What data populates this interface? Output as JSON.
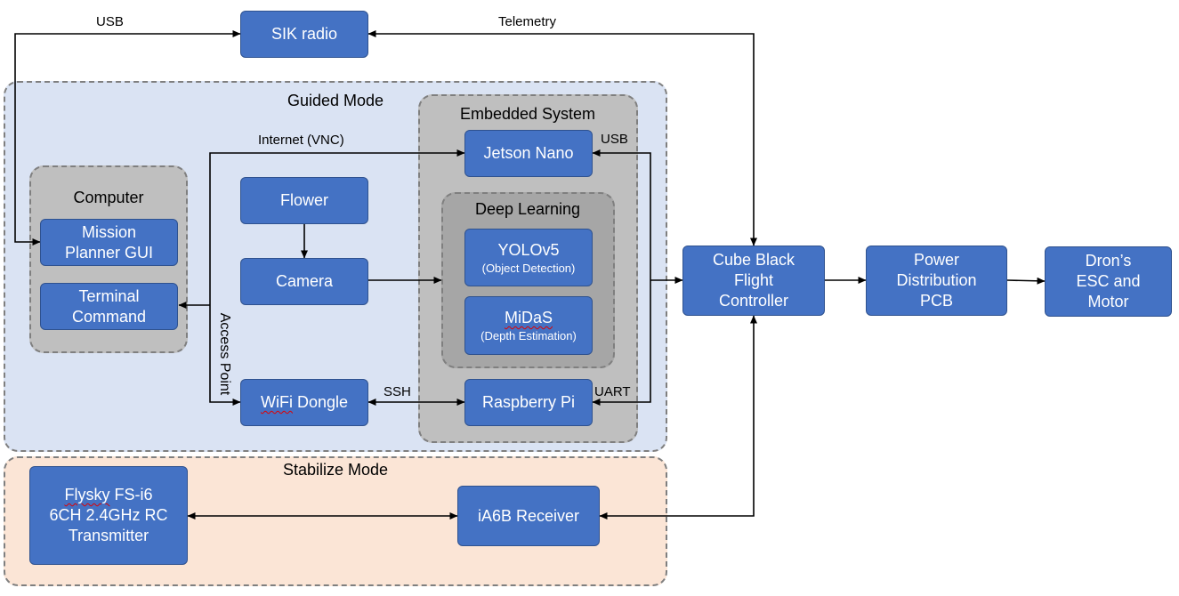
{
  "regions": {
    "guided_mode": "Guided Mode",
    "embedded_system": "Embedded System",
    "computer": "Computer",
    "deep_learning": "Deep Learning",
    "stabilize_mode": "Stabilize Mode"
  },
  "nodes": {
    "sik_radio": "SIK radio",
    "mission_planner": [
      "Mission",
      "Planner GUI"
    ],
    "terminal_command": [
      "Terminal",
      "Command"
    ],
    "flower": "Flower",
    "camera": "Camera",
    "wifi_dongle_a": "WiFi",
    "wifi_dongle_b": " Dongle",
    "jetson_nano": "Jetson Nano",
    "yolo": {
      "name": "YOLOv5",
      "sub": "(Object Detection)"
    },
    "midas": {
      "name": "MiDaS",
      "sub": "(Depth Estimation)"
    },
    "raspberry_pi": "Raspberry Pi",
    "cube_black": [
      "Cube Black",
      "Flight",
      "Controller"
    ],
    "power_pcb": [
      "Power",
      "Distribution",
      "PCB"
    ],
    "esc_motor": [
      "Dron’s",
      "ESC and",
      "Motor"
    ],
    "flysky_a": "Flysky",
    "flysky_b": " FS-i6",
    "flysky_2": "6CH 2.4GHz RC",
    "flysky_3": "Transmitter",
    "ia6b": "iA6B Receiver"
  },
  "edge_labels": {
    "usb_top": "USB",
    "telemetry": "Telemetry",
    "internet_vnc": "Internet (VNC)",
    "usb_jetson": "USB",
    "access_point": "Access Point",
    "ssh": "SSH",
    "uart": "UART"
  },
  "colors": {
    "node_fill": "#4472c4",
    "node_border": "#2f528f",
    "guided_bg": "#dae3f3",
    "stabilize_bg": "#fbe5d6",
    "embedded_bg": "#bfbfbf",
    "deep_learning_bg": "#a6a6a6",
    "connector": "#000000"
  }
}
